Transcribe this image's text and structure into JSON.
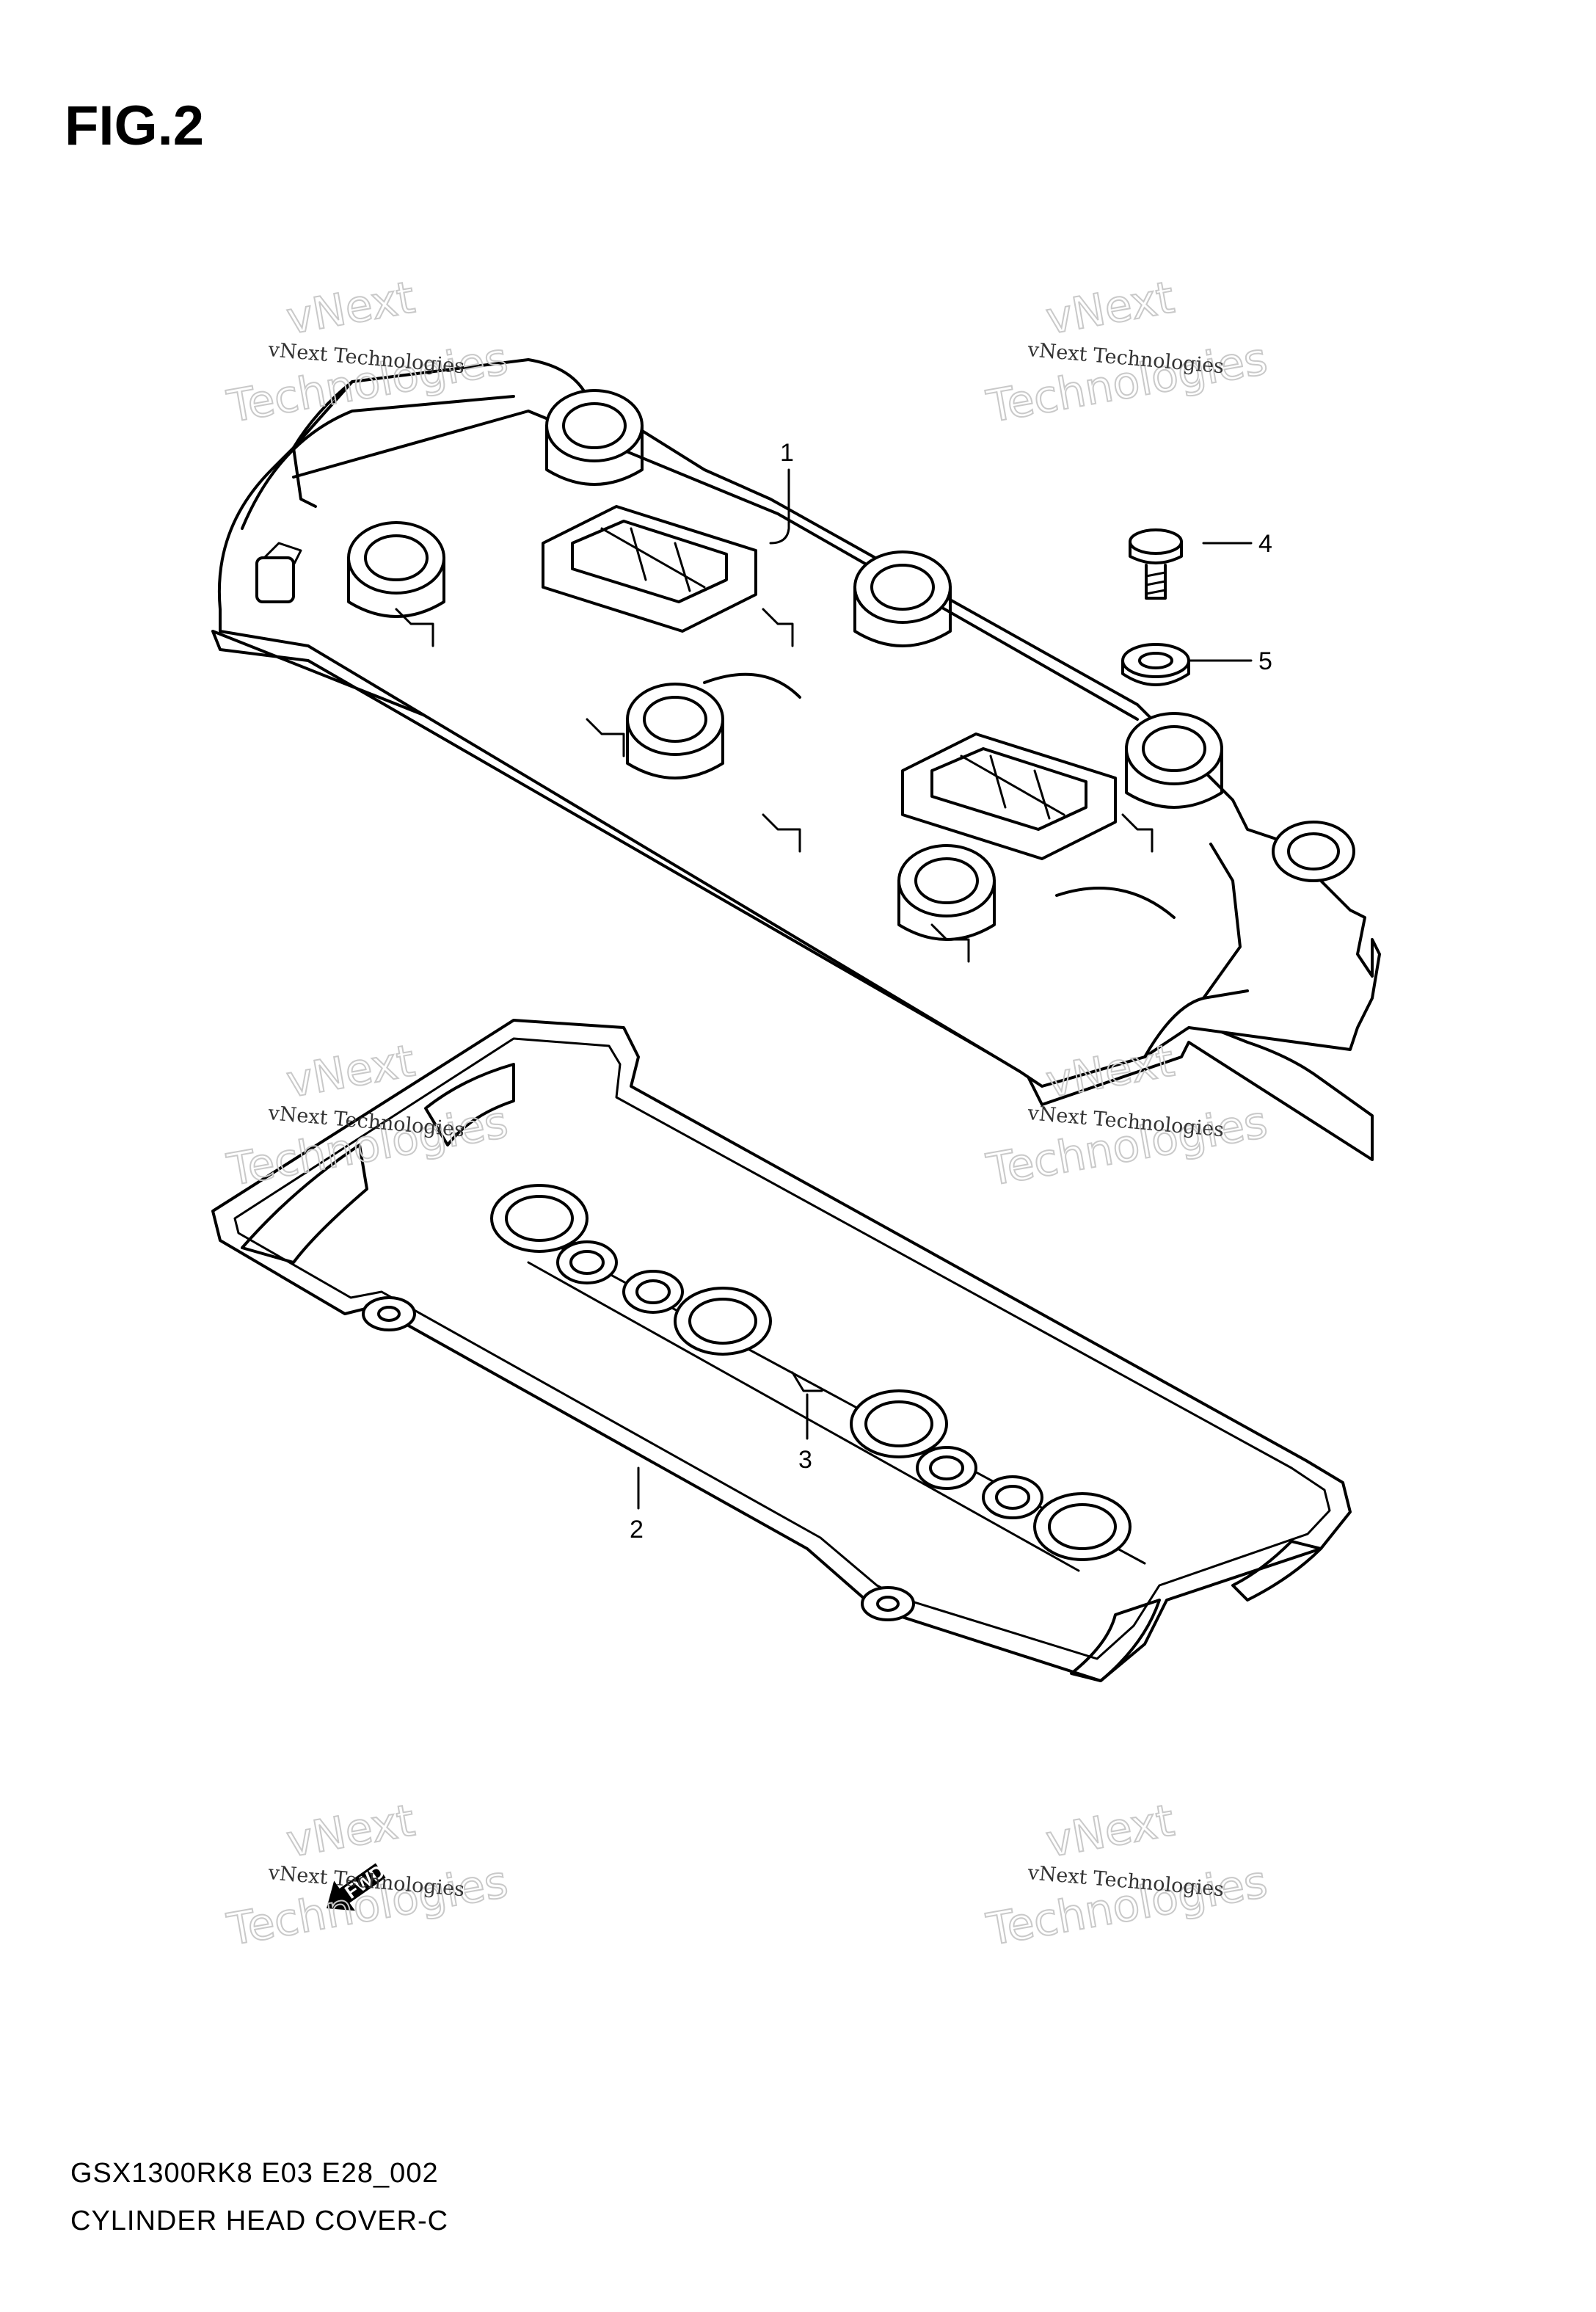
{
  "figure": {
    "title": "FIG.2"
  },
  "footer": {
    "model_code": "GSX1300RK8 E03 E28_002",
    "section_name": "CYLINDER HEAD COVER-C"
  },
  "callouts": [
    {
      "id": "1",
      "label": "1"
    },
    {
      "id": "2",
      "label": "2"
    },
    {
      "id": "3",
      "label": "3"
    },
    {
      "id": "4",
      "label": "4"
    },
    {
      "id": "5",
      "label": "5"
    }
  ],
  "direction_arrow": {
    "label": "FWD"
  },
  "watermark": {
    "line_small": "vNext Technologies",
    "line_large_top": "vNext",
    "line_large_bottom": "Technologies"
  }
}
